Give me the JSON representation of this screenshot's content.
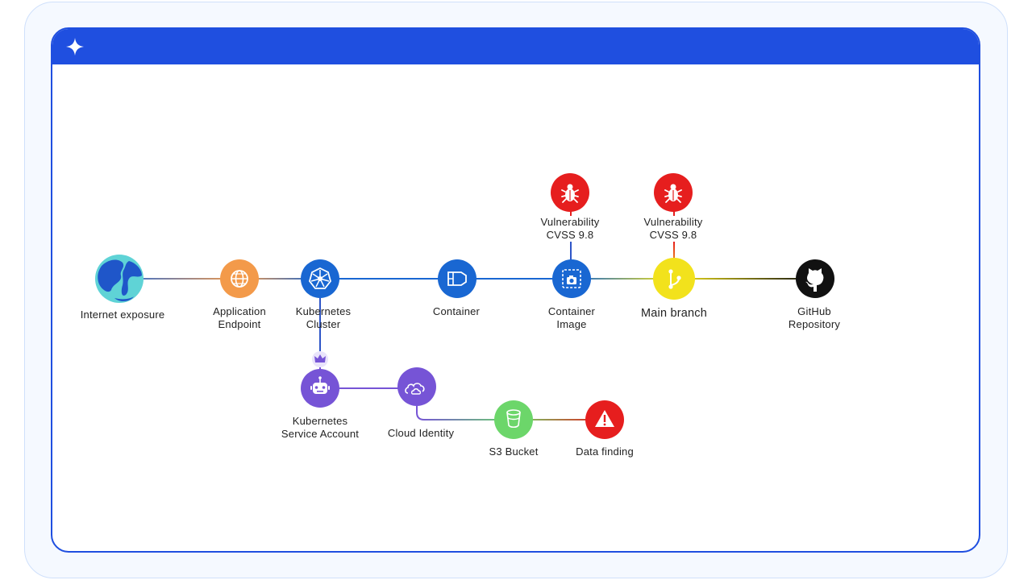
{
  "header": {
    "icon": "sparkle-icon"
  },
  "colors": {
    "brand": "#1f4fe0",
    "vuln_red": "#e61e1e",
    "globe_teal": "#5fd3d6",
    "endpoint_orange": "#f39a4a",
    "k8s_blue": "#1967d2",
    "identity_purple": "#7654d6",
    "bucket_green": "#6cd66a",
    "branch_yellow": "#f2e21c"
  },
  "nodes": {
    "internet": {
      "label1": "Internet exposure",
      "label2": "",
      "icon": "globe-icon"
    },
    "endpoint": {
      "label1": "Application",
      "label2": "Endpoint",
      "icon": "web-icon"
    },
    "cluster": {
      "label1": "Kubernetes",
      "label2": "Cluster",
      "icon": "helm-wheel-icon"
    },
    "container": {
      "label1": "Container",
      "label2": "",
      "icon": "container-icon"
    },
    "image": {
      "label1": "Container",
      "label2": "Image",
      "icon": "container-image-icon"
    },
    "branch": {
      "label1": "Main branch",
      "label2": "",
      "icon": "git-branch-icon"
    },
    "github": {
      "label1": "GitHub",
      "label2": "Repository",
      "icon": "github-icon"
    },
    "vuln1": {
      "label1": "Vulnerability",
      "label2": "CVSS 9.8",
      "icon": "bug-icon"
    },
    "vuln2": {
      "label1": "Vulnerability",
      "label2": "CVSS 9.8",
      "icon": "bug-icon"
    },
    "crown": {
      "icon": "crown-icon"
    },
    "service_account": {
      "label1": "Kubernetes",
      "label2": "Service Account",
      "icon": "robot-icon"
    },
    "cloud_identity": {
      "label1": "Cloud Identity",
      "label2": "",
      "icon": "cloud-icon"
    },
    "s3": {
      "label1": "S3 Bucket",
      "label2": "",
      "icon": "bucket-icon"
    },
    "data_finding": {
      "label1": "Data finding",
      "label2": "",
      "icon": "warning-icon"
    }
  }
}
